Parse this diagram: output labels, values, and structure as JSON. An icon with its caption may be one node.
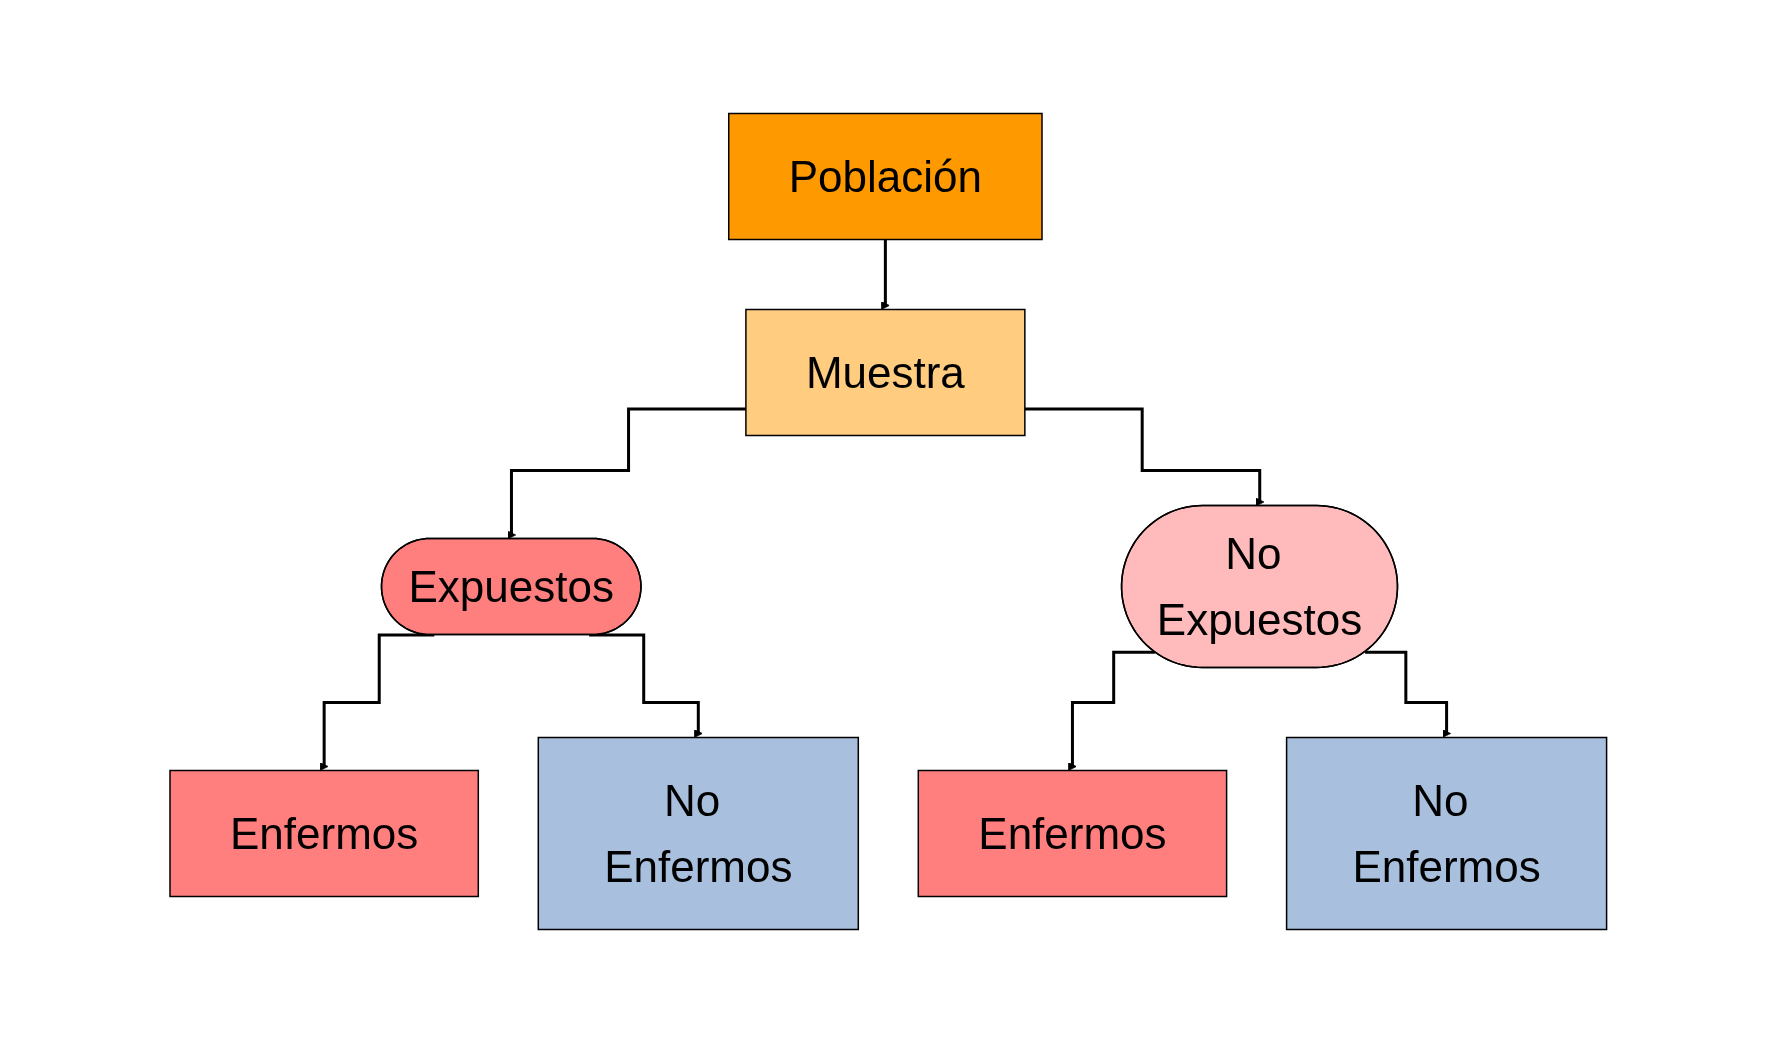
{
  "diagram": {
    "nodes": [
      {
        "text": [
          "Población"
        ]
      },
      {
        "text": [
          "Muestra"
        ]
      },
      {
        "text": [
          "Expuestos"
        ]
      },
      {
        "text": [
          "No Expuestos"
        ]
      },
      {
        "text": [
          "Enfermos"
        ]
      },
      {
        "text": [
          "No Enfermos"
        ]
      },
      {
        "text": [
          "Enfermos"
        ]
      },
      {
        "text": [
          "No Enfermos"
        ]
      }
    ],
    "edges": [
      {
        "from": 0,
        "to": 1,
        "arrow": "to"
      },
      {
        "from": 1,
        "to": 2,
        "arrow": "to"
      },
      {
        "from": 1,
        "to": 3,
        "arrow": "to"
      },
      {
        "from": 2,
        "to": 4,
        "arrow": "to"
      },
      {
        "from": 2,
        "to": 5,
        "arrow": "to"
      },
      {
        "from": 3,
        "to": 6,
        "arrow": "to"
      },
      {
        "from": 3,
        "to": 7,
        "arrow": "to"
      }
    ]
  }
}
